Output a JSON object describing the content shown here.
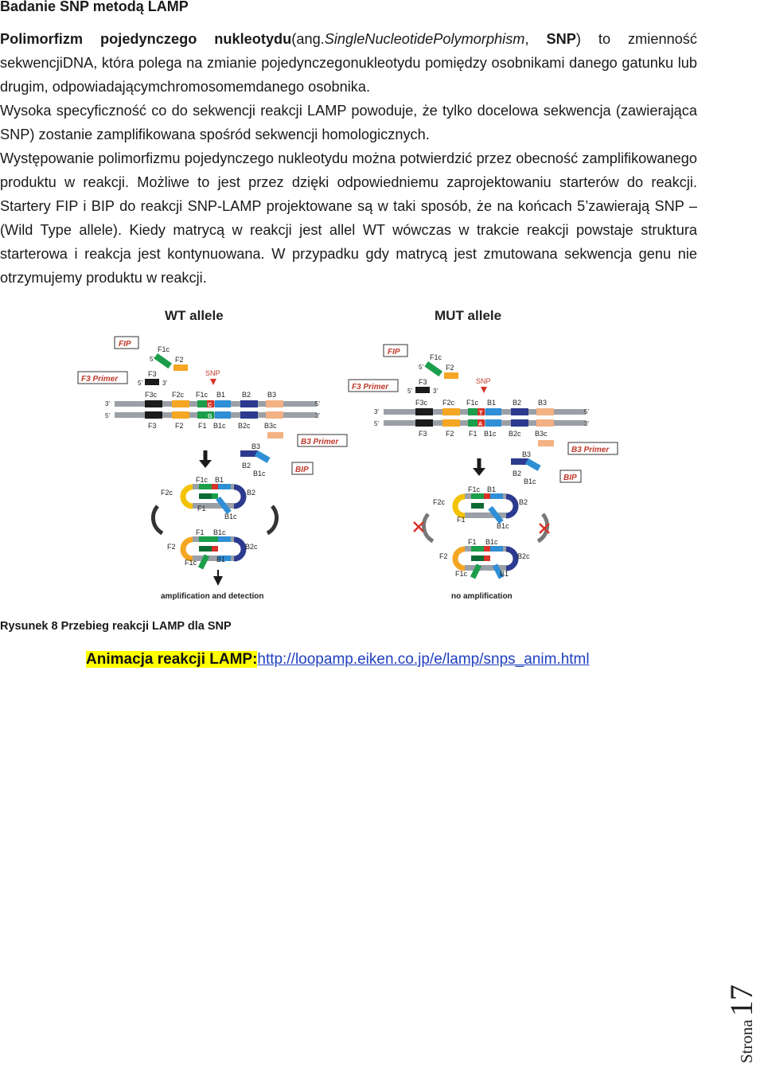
{
  "document": {
    "heading": "Badanie SNP metodą LAMP",
    "para1": {
      "term": "Polimorfizm pojedynczego nukleotydu",
      "open": "(ang.",
      "term_en": "SingleNucleotidePolymorphism",
      "comma": ", ",
      "abbr": "SNP",
      "rest": ") to zmienność sekwencjiDNA, która polega na zmianie pojedynczegonukleotydu pomiędzy osobnikami danego gatunku lub drugim, odpowiadającymchromosomemdanego osobnika."
    },
    "para2": "Wysoka specyficzność co do sekwencji reakcji LAMP powoduje, że tylko docelowa sekwencja (zawierająca SNP) zostanie zamplifikowana spośród sekwencji homologicznych.",
    "para3": "Występowanie polimorfizmu pojedynczego nukleotydu można potwierdzić przez obecność zamplifikowanego produktu w reakcji. Możliwe to jest przez dzięki odpowiedniemu zaprojektowaniu starterów do reakcji. Startery FIP i BIP do reakcji SNP-LAMP projektowane są w taki sposób, że na końcach 5’zawierają SNP – (Wild Type allele). Kiedy matrycą w reakcji jest allel WT wówczas w trakcie reakcji powstaje struktura starterowa i reakcja jest kontynuowana. W przypadku gdy matrycą jest zmutowana sekwencja genu nie otrzymujemy produktu w reakcji.",
    "caption": "Rysunek 8 Przebieg reakcji LAMP dla SNP",
    "animation": {
      "label": "Animacja reakcji LAMP:",
      "url": "http://loopamp.eiken.co.jp/e/lamp/snps_anim.html"
    },
    "page_label": "Strona",
    "page_number": "17"
  },
  "figure": {
    "wt_title": "WT allele",
    "mut_title": "MUT allele",
    "fip": "FIP",
    "bip": "BIP",
    "f3_primer": "F3 Primer",
    "b3_primer": "B3 Primer",
    "snp": "SNP",
    "f1c": "F1c",
    "f2": "F2",
    "f3": "F3",
    "f3c": "F3c",
    "f2c": "F2c",
    "f1": "F1",
    "b1": "B1",
    "b2": "B2",
    "b3": "B3",
    "b1c": "B1c",
    "b2c": "B2c",
    "b3c": "B3c",
    "p5": "5'",
    "p3": "3'",
    "wt_base_top": "C",
    "wt_base_bottom": "G",
    "mut_base_top": "T",
    "mut_base_bottom": "A",
    "amp_text": "amplification and detection",
    "noamp_text": "no amplification",
    "colors": {
      "black": "#1b1b1b",
      "orange": "#f5a623",
      "salmon": "#e9736a",
      "red": "#d8332a",
      "green": "#1b9e4b",
      "blue": "#2f8fd6",
      "navy": "#2c3a8f",
      "peach": "#f4b183",
      "gray": "#9aa0a6",
      "yellow": "#f3c200",
      "darkgreen": "#0b6b34"
    }
  }
}
